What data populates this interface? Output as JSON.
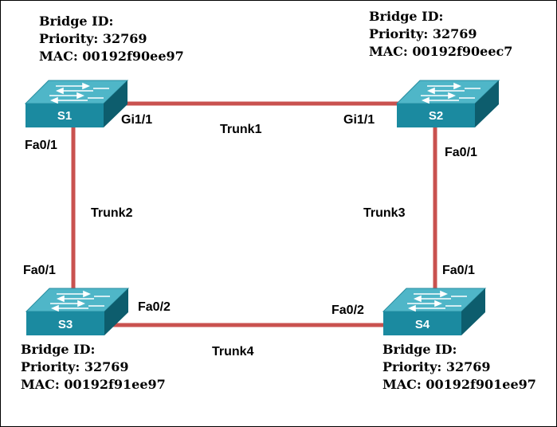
{
  "switches": {
    "s1": {
      "name": "S1",
      "bridge_id_label": "Bridge ID:",
      "priority": "Priority: 32769",
      "mac": "MAC: 00192f90ee97"
    },
    "s2": {
      "name": "S2",
      "bridge_id_label": "Bridge ID:",
      "priority": "Priority: 32769",
      "mac": "MAC: 00192f90eec7"
    },
    "s3": {
      "name": "S3",
      "bridge_id_label": "Bridge ID:",
      "priority": "Priority: 32769",
      "mac": "MAC: 00192f91ee97"
    },
    "s4": {
      "name": "S4",
      "bridge_id_label": "Bridge ID:",
      "priority": "Priority: 32769",
      "mac": "MAC: 00192f901ee97"
    }
  },
  "links": {
    "trunk1": {
      "name": "Trunk1",
      "port_a": "Gi1/1",
      "port_b": "Gi1/1"
    },
    "trunk2": {
      "name": "Trunk2",
      "port_a": "Fa0/1",
      "port_b": "Fa0/1"
    },
    "trunk3": {
      "name": "Trunk3",
      "port_a": "Fa0/1",
      "port_b": "Fa0/1"
    },
    "trunk4": {
      "name": "Trunk4",
      "port_a": "Fa0/2",
      "port_b": "Fa0/2"
    }
  },
  "colors": {
    "link": "#c9524f",
    "switch_front": "#1c8aa0",
    "switch_top": "#49b3c6",
    "switch_side": "#0c5a6b"
  }
}
